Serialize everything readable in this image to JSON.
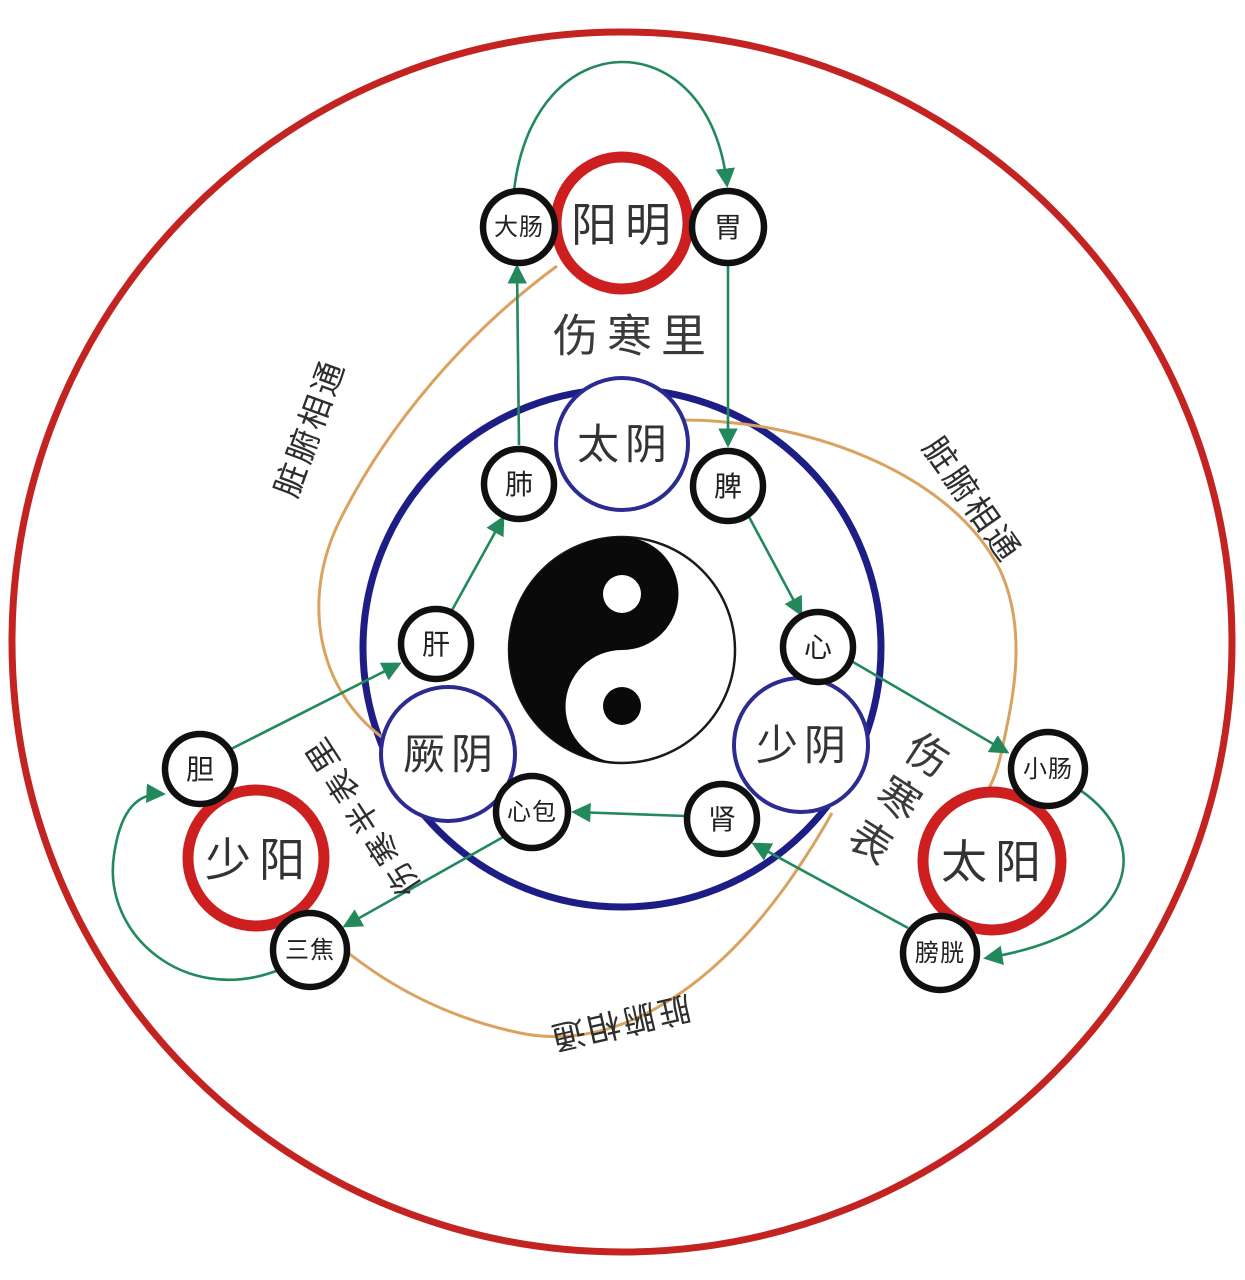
{
  "diagram": {
    "title_hidden": "",
    "yang_meridians": [
      {
        "id": "yangming",
        "label": "阳明"
      },
      {
        "id": "shaoyang",
        "label": "少阳"
      },
      {
        "id": "taiyang",
        "label": "太阳"
      }
    ],
    "yin_meridians": [
      {
        "id": "taiyin",
        "label": "太阴"
      },
      {
        "id": "jueyin",
        "label": "厥阴"
      },
      {
        "id": "shaoyin",
        "label": "少阴"
      }
    ],
    "organs": [
      {
        "id": "dachang",
        "label": "大肠"
      },
      {
        "id": "wei",
        "label": "胃"
      },
      {
        "id": "fei",
        "label": "肺"
      },
      {
        "id": "pi",
        "label": "脾"
      },
      {
        "id": "gan",
        "label": "肝"
      },
      {
        "id": "xin",
        "label": "心"
      },
      {
        "id": "xinbao",
        "label": "心包"
      },
      {
        "id": "shen",
        "label": "肾"
      },
      {
        "id": "dan",
        "label": "胆"
      },
      {
        "id": "sanjiao",
        "label": "三焦"
      },
      {
        "id": "xiaochang",
        "label": "小肠"
      },
      {
        "id": "pangguang",
        "label": "膀胱"
      }
    ],
    "annotations": {
      "cold_damage_interior": "伤寒里",
      "cold_damage_exterior": "伤寒表",
      "cold_damage_half_exterior_interior": "伤寒半表里",
      "zangfu_top_left": "脏腑相通",
      "zangfu_top_right": "脏腑相通",
      "zangfu_bottom": "脏腑相通"
    },
    "icons": {
      "center": "taiji-yinyang-icon"
    },
    "colors": {
      "outer_ring_red": "#c42421",
      "yang_circle_red": "#cd1f1f",
      "inner_ring_blue": "#1d1d86",
      "yin_circle_blue": "#2b2b92",
      "organ_circle_black": "#101010",
      "flow_arrow_green": "#23895c",
      "zangfu_link_orange": "#d9a35f",
      "taiji_black": "#0a0a0a",
      "text_dark": "#2e2e2e"
    }
  }
}
